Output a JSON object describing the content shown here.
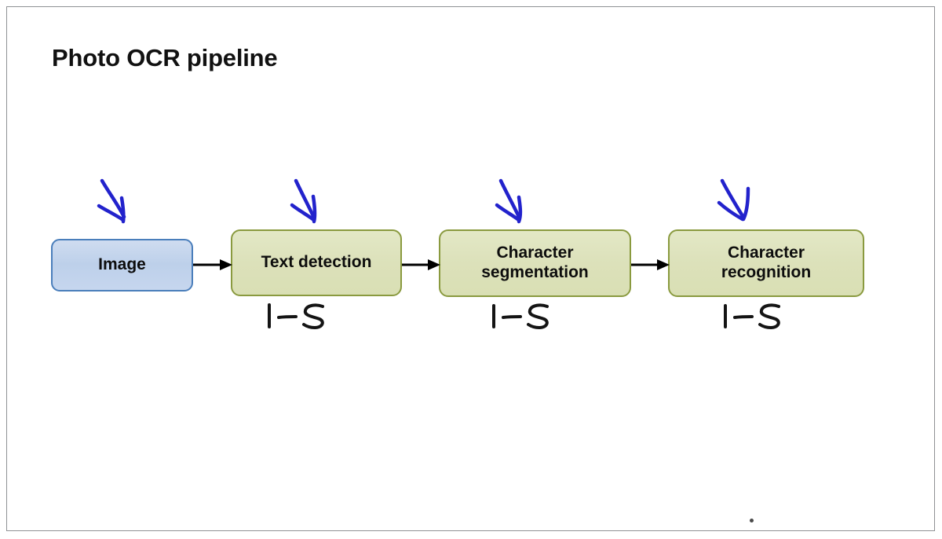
{
  "slide": {
    "title": "Photo OCR pipeline",
    "background_color": "#ffffff",
    "frame_border_color": "#8f9194"
  },
  "diagram": {
    "type": "flow-pipeline",
    "direction": "left-to-right",
    "nodes": [
      {
        "id": "image",
        "label": "Image",
        "lines": [
          "Image"
        ],
        "fill_color": "#c6d6ee",
        "border_color": "#4a7ebb",
        "annotation": ""
      },
      {
        "id": "text-detection",
        "label": "Text detection",
        "lines": [
          "Text detection"
        ],
        "fill_color": "#dce1ba",
        "border_color": "#8a9a3f",
        "annotation": "1-5"
      },
      {
        "id": "character-segmentation",
        "label": "Character segmentation",
        "lines": [
          "Character",
          "segmentation"
        ],
        "fill_color": "#dce1ba",
        "border_color": "#8a9a3f",
        "annotation": "1-5"
      },
      {
        "id": "character-recognition",
        "label": "Character recognition",
        "lines": [
          "Character",
          "recognition"
        ],
        "fill_color": "#dce1ba",
        "border_color": "#8a9a3f",
        "annotation": "1-5"
      }
    ],
    "connectors": [
      {
        "from": "image",
        "to": "text-detection",
        "style": "solid-arrow",
        "color": "#000000"
      },
      {
        "from": "text-detection",
        "to": "character-segmentation",
        "style": "solid-arrow",
        "color": "#000000"
      },
      {
        "from": "character-segmentation",
        "to": "character-recognition",
        "style": "solid-arrow",
        "color": "#000000"
      }
    ],
    "ink_annotations": {
      "color": "#2222cc",
      "arrows": [
        {
          "target": "image",
          "shape": "down-right-arrow"
        },
        {
          "target": "text-detection",
          "shape": "down-right-arrow"
        },
        {
          "target": "character-segmentation",
          "shape": "down-right-arrow"
        },
        {
          "target": "character-recognition",
          "shape": "down-right-check-arrow"
        }
      ],
      "notes_color": "#111111",
      "notes": [
        "1-5",
        "1-5",
        "1-5"
      ]
    }
  }
}
